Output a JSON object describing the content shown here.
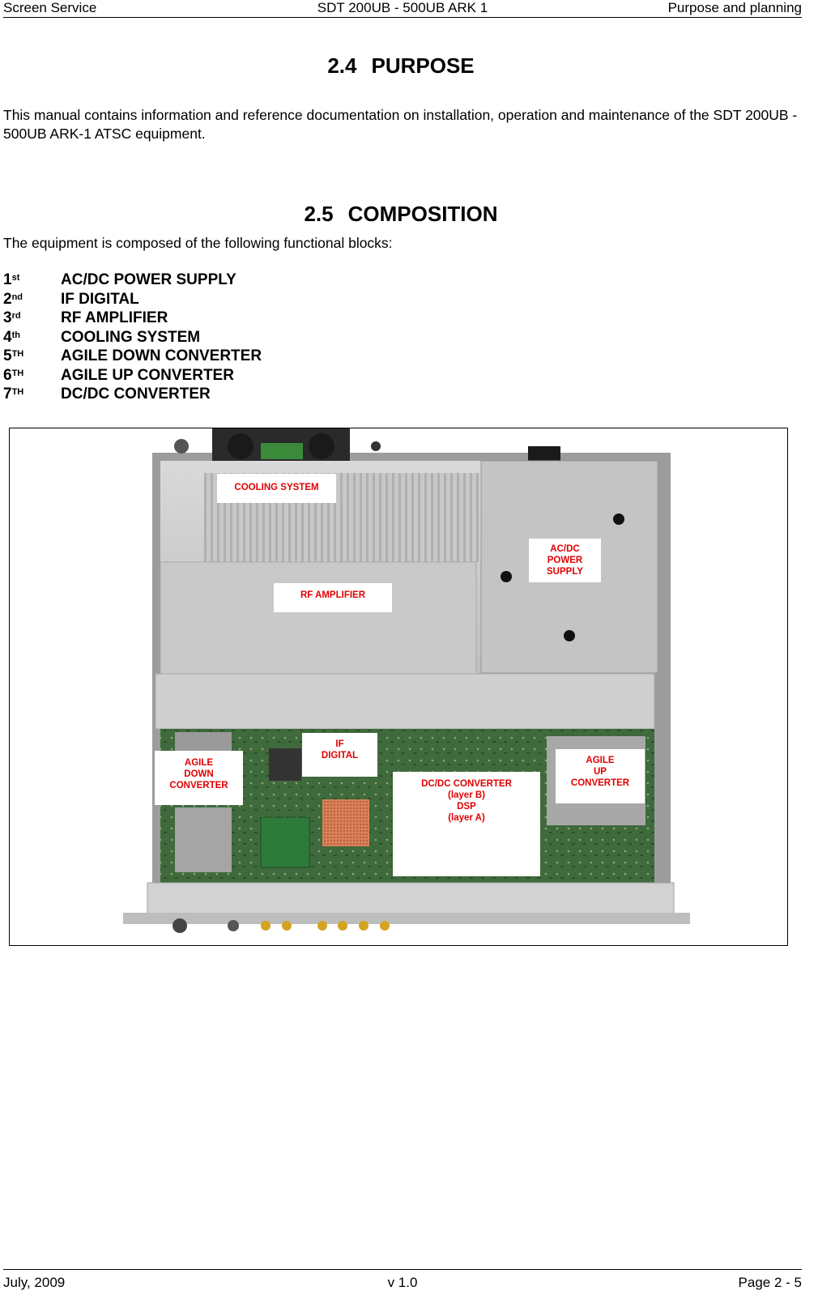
{
  "header": {
    "left": "Screen Service",
    "center": "SDT 200UB - 500UB ARK 1",
    "right": "Purpose and planning"
  },
  "purpose": {
    "number": "2.4",
    "title": "PURPOSE",
    "text": "This manual contains information and reference documentation on installation, operation and maintenance of the SDT 200UB - 500UB ARK-1 ATSC equipment."
  },
  "composition": {
    "number": "2.5",
    "title": "COMPOSITION",
    "intro": "The equipment is composed of the following functional blocks:",
    "blocks": [
      {
        "num": "1",
        "suffix": "st",
        "name": "AC/DC POWER SUPPLY"
      },
      {
        "num": "2",
        "suffix": "nd",
        "name": "IF DIGITAL"
      },
      {
        "num": "3",
        "suffix": "rd",
        "name": "RF AMPLIFIER"
      },
      {
        "num": "4",
        "suffix": "th",
        "name": "COOLING SYSTEM"
      },
      {
        "num": "5",
        "suffix": "TH",
        "name": "AGILE DOWN CONVERTER"
      },
      {
        "num": "6",
        "suffix": "TH",
        "name": "AGILE UP CONVERTER"
      },
      {
        "num": "7",
        "suffix": "TH",
        "name": "DC/DC CONVERTER"
      }
    ]
  },
  "figure": {
    "labels": {
      "cooling": "COOLING SYSTEM",
      "acdc": "AC/DC\nPOWER\nSUPPLY",
      "rf": "RF AMPLIFIER",
      "if_digital": "IF\nDIGITAL",
      "agile_down": "AGILE\nDOWN\nCONVERTER",
      "agile_up": "AGILE\nUP\nCONVERTER",
      "dcdc": "DC/DC CONVERTER\n(layer B)\nDSP\n(layer A)"
    },
    "label_color": "#e00000"
  },
  "footer": {
    "left": "July, 2009",
    "center": "v 1.0",
    "right": "Page 2 - 5"
  }
}
